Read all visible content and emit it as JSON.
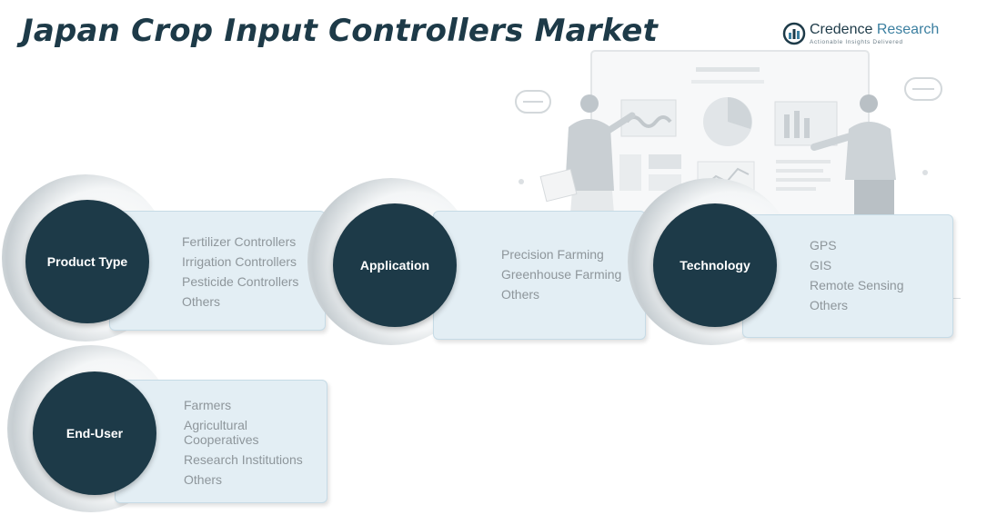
{
  "title": "Japan Crop Input Controllers Market",
  "brand": {
    "name_part1": "Credence",
    "name_part2": " Research",
    "tagline": "Actionable Insights Delivered"
  },
  "segments": [
    {
      "label": "Product  Type",
      "items": [
        "Fertilizer Controllers",
        "Irrigation Controllers",
        "Pesticide Controllers",
        "Others"
      ]
    },
    {
      "label": "Application",
      "items": [
        "Precision Farming",
        "Greenhouse Farming",
        "Others"
      ]
    },
    {
      "label": "Technology",
      "items": [
        "GPS",
        "GIS",
        "Remote Sensing",
        "Others"
      ]
    },
    {
      "label": "End-User",
      "items": [
        "Farmers",
        "Agricultural Cooperatives",
        "Research Institutions",
        "Others"
      ]
    }
  ],
  "colors": {
    "disc": "#1d3a48",
    "panel": "#e3eef4",
    "item_text": "#8e969b",
    "title": "#1d3a48"
  }
}
